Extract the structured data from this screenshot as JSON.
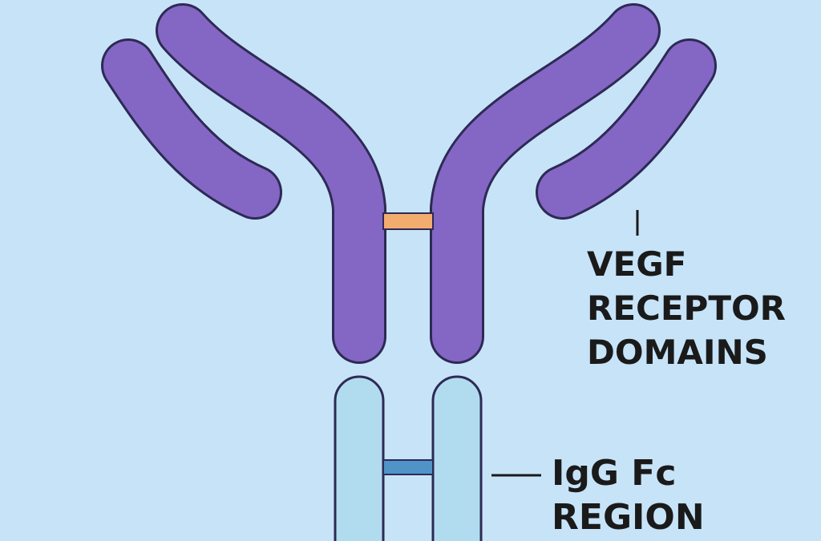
{
  "colors": {
    "background": "#c7e3f8",
    "vegf_domain_fill": "#8466c4",
    "fc_region_fill": "#b1dcf0",
    "outline": "#2d2a55",
    "upper_linker": "#f2ad6e",
    "lower_linker": "#4f93c8",
    "text": "#1a1a1a"
  },
  "labels": {
    "vegf_line1": "VEGF",
    "vegf_line2": "RECEPTOR",
    "vegf_line3": "DOMAINS",
    "fc_line1": "IgG Fc",
    "fc_line2": "REGION"
  }
}
